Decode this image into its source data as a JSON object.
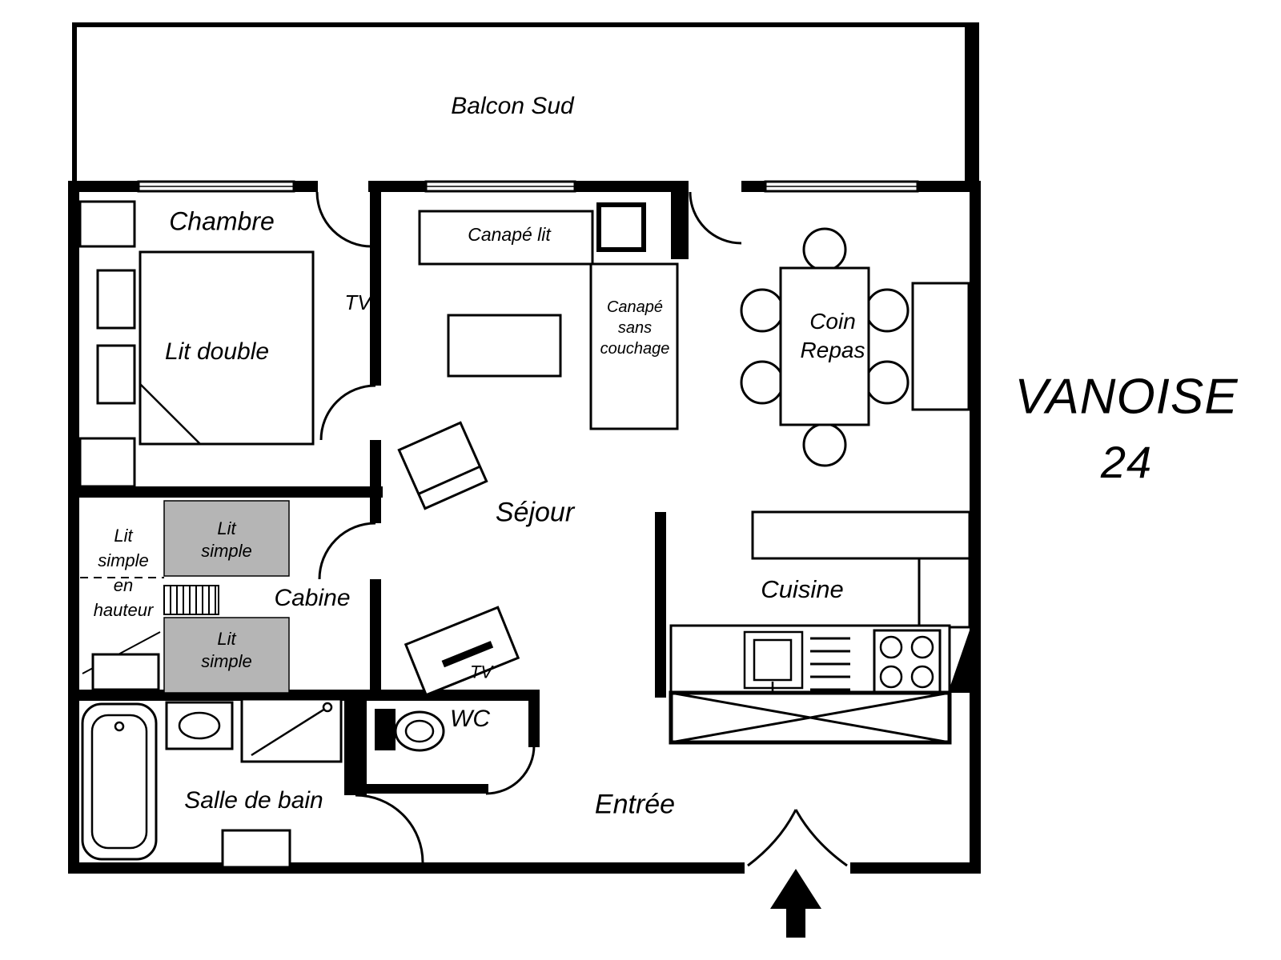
{
  "title": {
    "name": "VANOISE",
    "number": "24"
  },
  "rooms": {
    "balcony": "Balcon Sud",
    "bedroom": "Chambre",
    "living_room": "Séjour",
    "cabin": "Cabine",
    "kitchen": "Cuisine",
    "bathroom": "Salle de bain",
    "wc": "WC",
    "entrance": "Entrée",
    "dining": [
      "Coin",
      "Repas"
    ]
  },
  "furniture": {
    "double_bed": "Lit double",
    "sofa_bed": "Canapé lit",
    "sofa_no_bed": [
      "Canapé",
      "sans",
      "couchage"
    ],
    "single_bed_top": [
      "Lit",
      "simple"
    ],
    "single_bed_bottom": [
      "Lit",
      "simple"
    ],
    "single_bed_loft": [
      "Lit",
      "simple",
      "en",
      "hauteur"
    ],
    "tv_wall": "TV",
    "tv_unit": "TV"
  },
  "colors": {
    "wall": "#000000",
    "single_bed_fill": "#b5b5b5",
    "background": "#ffffff"
  }
}
